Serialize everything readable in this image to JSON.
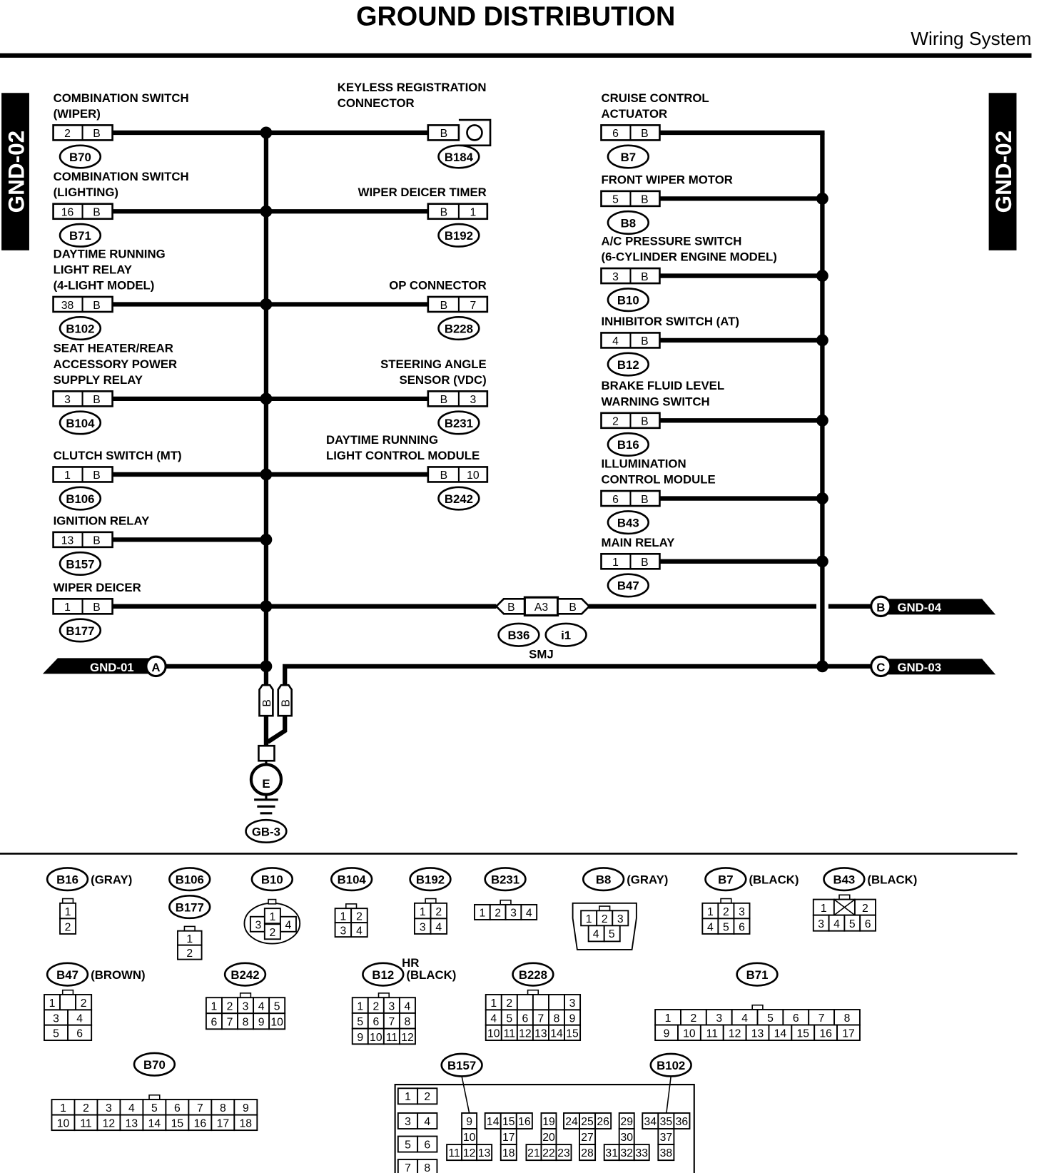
{
  "title": "GROUND DISTRIBUTION",
  "subtitle": "Wiring System",
  "side_tab": "GND-02",
  "wire_color_code": "B",
  "left_components": [
    {
      "label": [
        "COMBINATION SWITCH",
        "(WIPER)"
      ],
      "pin": "2",
      "connector": "B70"
    },
    {
      "label": [
        "COMBINATION SWITCH",
        "(LIGHTING)"
      ],
      "pin": "16",
      "connector": "B71"
    },
    {
      "label": [
        "DAYTIME RUNNING",
        "LIGHT RELAY",
        "(4-LIGHT MODEL)"
      ],
      "pin": "38",
      "connector": "B102"
    },
    {
      "label": [
        "SEAT HEATER/REAR",
        "ACCESSORY POWER",
        "SUPPLY RELAY"
      ],
      "pin": "3",
      "connector": "B104"
    },
    {
      "label": [
        "CLUTCH SWITCH (MT)"
      ],
      "pin": "1",
      "connector": "B106"
    },
    {
      "label": [
        "IGNITION RELAY"
      ],
      "pin": "13",
      "connector": "B157"
    },
    {
      "label": [
        "WIPER DEICER"
      ],
      "pin": "1",
      "connector": "B177"
    }
  ],
  "middle_components": [
    {
      "label": [
        "KEYLESS REGISTRATION",
        "CONNECTOR"
      ],
      "pin": "",
      "connector": "B184"
    },
    {
      "label": [
        "WIPER DEICER TIMER"
      ],
      "pin": "1",
      "connector": "B192"
    },
    {
      "label": [
        "OP CONNECTOR"
      ],
      "pin": "7",
      "connector": "B228"
    },
    {
      "label": [
        "STEERING ANGLE",
        "SENSOR (VDC)"
      ],
      "pin": "3",
      "connector": "B231"
    },
    {
      "label": [
        "DAYTIME RUNNING",
        "LIGHT CONTROL MODULE"
      ],
      "pin": "10",
      "connector": "B242"
    }
  ],
  "right_components": [
    {
      "label": [
        "CRUISE CONTROL",
        "ACTUATOR"
      ],
      "pin": "6",
      "connector": "B7"
    },
    {
      "label": [
        "FRONT WIPER MOTOR"
      ],
      "pin": "5",
      "connector": "B8"
    },
    {
      "label": [
        "A/C PRESSURE SWITCH",
        "(6-CYLINDER ENGINE MODEL)"
      ],
      "pin": "3",
      "connector": "B10"
    },
    {
      "label": [
        "INHIBITOR SWITCH (AT)"
      ],
      "pin": "4",
      "connector": "B12"
    },
    {
      "label": [
        "BRAKE FLUID LEVEL",
        "WARNING SWITCH"
      ],
      "pin": "2",
      "connector": "B16"
    },
    {
      "label": [
        "ILLUMINATION",
        "CONTROL MODULE"
      ],
      "pin": "6",
      "connector": "B43"
    },
    {
      "label": [
        "MAIN RELAY"
      ],
      "pin": "1",
      "connector": "B47"
    }
  ],
  "joint": {
    "left": "B",
    "pin": "A3",
    "right": "B",
    "connectors": [
      "B36",
      "i1"
    ],
    "label": "SMJ"
  },
  "ground": {
    "wires": [
      "B",
      "B"
    ],
    "symbol": "E",
    "point": "GB-3"
  },
  "arrows": {
    "gnd04": {
      "letter": "B",
      "label": "GND-04"
    },
    "gnd01": {
      "letter": "A",
      "label": "GND-01"
    },
    "gnd03": {
      "letter": "C",
      "label": "GND-03"
    }
  },
  "connector_views": [
    {
      "id": "B16",
      "note": "(GRAY)",
      "rows": [
        [
          "1"
        ],
        [
          "2"
        ]
      ]
    },
    {
      "id": "B106",
      "id2": "B177",
      "note": "",
      "rows": [
        [
          "1"
        ],
        [
          "2"
        ]
      ]
    },
    {
      "id": "B10",
      "note": "",
      "rows": [
        [
          "3",
          "1",
          "4"
        ],
        [
          "2"
        ]
      ]
    },
    {
      "id": "B104",
      "note": "",
      "rows": [
        [
          "1",
          "2"
        ],
        [
          "3",
          "4"
        ]
      ]
    },
    {
      "id": "B192",
      "note": "",
      "rows": [
        [
          "1",
          "2"
        ],
        [
          "3",
          "4"
        ]
      ]
    },
    {
      "id": "B231",
      "note": "",
      "rows": [
        [
          "1",
          "2",
          "3",
          "4"
        ]
      ]
    },
    {
      "id": "B8",
      "note": "(GRAY)",
      "rows": [
        [
          "1",
          "2",
          "3"
        ],
        [
          "4",
          "5"
        ]
      ]
    },
    {
      "id": "B7",
      "note": "(BLACK)",
      "rows": [
        [
          "1",
          "2",
          "3"
        ],
        [
          "4",
          "5",
          "6"
        ]
      ]
    },
    {
      "id": "B43",
      "note": "(BLACK)",
      "rows": [
        [
          "1",
          "",
          "2"
        ],
        [
          "3",
          "4",
          "5",
          "6"
        ]
      ]
    },
    {
      "id": "B47",
      "note": "(BROWN)",
      "rows": [
        [
          "1",
          "",
          "2"
        ],
        [
          "3",
          "4"
        ],
        [
          "5",
          "6"
        ]
      ]
    },
    {
      "id": "B242",
      "note": "",
      "rows": [
        [
          "1",
          "2",
          "3",
          "4",
          "5"
        ],
        [
          "6",
          "7",
          "8",
          "9",
          "10"
        ]
      ]
    },
    {
      "id": "B12",
      "note": "(BLACK)",
      "note_top": "HR",
      "rows": [
        [
          "1",
          "2",
          "3",
          "4"
        ],
        [
          "5",
          "6",
          "7",
          "8"
        ],
        [
          "9",
          "10",
          "11",
          "12"
        ]
      ]
    },
    {
      "id": "B228",
      "note": "",
      "rows": [
        [
          "1",
          "2",
          "",
          "",
          "",
          "3"
        ],
        [
          "4",
          "5",
          "6",
          "7",
          "8",
          "9"
        ],
        [
          "10",
          "11",
          "12",
          "13",
          "14",
          "15"
        ]
      ]
    },
    {
      "id": "B71",
      "note": "",
      "rows": [
        [
          "1",
          "2",
          "3",
          "4",
          "5",
          "6",
          "7",
          "8"
        ],
        [
          "9",
          "10",
          "11",
          "12",
          "13",
          "14",
          "15",
          "16",
          "17"
        ]
      ]
    },
    {
      "id": "B70",
      "note": "",
      "rows": [
        [
          "1",
          "2",
          "3",
          "4",
          "5",
          "6",
          "7",
          "8",
          "9"
        ],
        [
          "10",
          "11",
          "12",
          "13",
          "14",
          "15",
          "16",
          "17",
          "18"
        ]
      ]
    },
    {
      "id": "B157",
      "id2": "B102",
      "note": "",
      "pins": [
        "1",
        "2",
        "3",
        "4",
        "5",
        "6",
        "7",
        "8",
        "9",
        "10",
        "11",
        "12",
        "13",
        "14",
        "15",
        "16",
        "17",
        "18",
        "19",
        "20",
        "21",
        "22",
        "23",
        "24",
        "25",
        "26",
        "27",
        "28",
        "29",
        "30",
        "31",
        "32",
        "33",
        "34",
        "35",
        "36",
        "37",
        "38"
      ]
    }
  ]
}
